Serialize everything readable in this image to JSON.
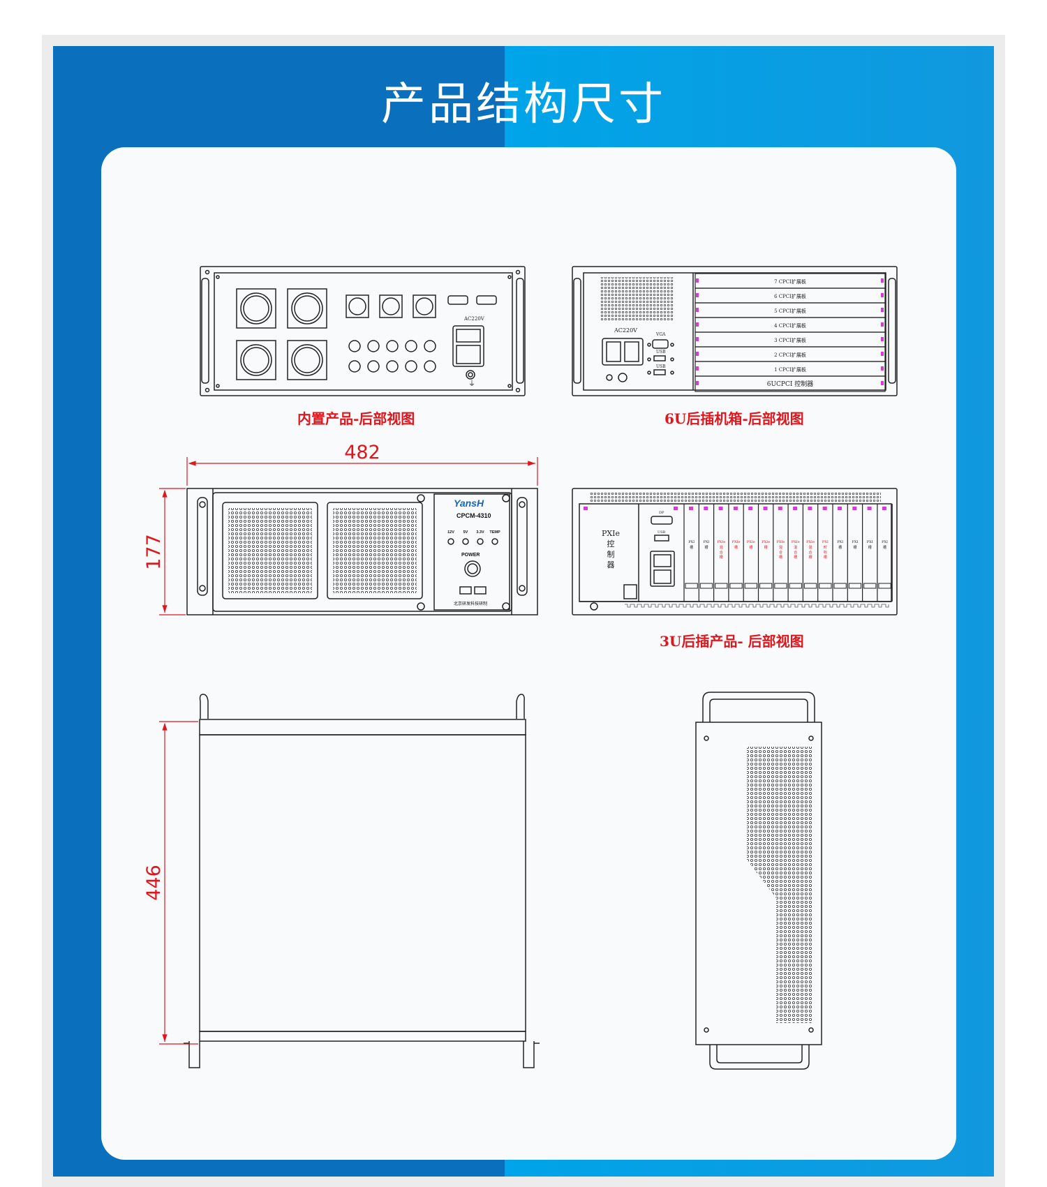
{
  "title": "产品结构尺寸",
  "captions": {
    "rear_builtin": "内置产品-后部视图",
    "rear_6u": "6U后插机箱-后部视图",
    "rear_3u": "3U后插产品- 后部视图"
  },
  "dimensions": {
    "width": "482",
    "height": "177",
    "depth": "446"
  },
  "panel_builtin": {
    "ac_label": "AC220V"
  },
  "panel_6u": {
    "ac_label": "AC220V",
    "vga_label": "VGA",
    "usb_label": "USB",
    "usb_label_2": "USB",
    "slots": [
      "7 CPCI扩展板",
      "6 CPCI扩展板",
      "5 CPCI扩展板",
      "4 CPCI扩展板",
      "3 CPCI扩展板",
      "2 CPCI扩展板",
      "1 CPCI扩展板",
      "6UCPCI 控制器"
    ]
  },
  "front_panel": {
    "brand": "YansH",
    "model": "CPCM-4310",
    "indicators": [
      "12V",
      "5V",
      "3.3V",
      "TEMP"
    ],
    "power_label": "POWER",
    "company": "北京研发科技研制"
  },
  "panel_3u": {
    "controller_label_1": "PXIe",
    "controller_label_2": "控",
    "controller_label_3": "制",
    "controller_label_4": "器",
    "conn_top": "DP",
    "conn_usb": "USB",
    "slots": [
      "PXI",
      "PXI",
      "PXIe",
      "PXIe",
      "PXIe",
      "PXIe",
      "PXIe",
      "PXIe",
      "PXIe",
      "PXI",
      "PXI",
      "PXI",
      "PXI",
      "PXI"
    ],
    "slots_sub": [
      "槽",
      "槽",
      "混合槽",
      "槽",
      "槽",
      "槽",
      "混合槽",
      "混合槽",
      "混合槽",
      "时标槽",
      "槽",
      "槽",
      "槽",
      "槽"
    ]
  },
  "colors": {
    "banner_left": "#0a6fbd",
    "banner_right": "#00a4e8",
    "accent_red": "#e0161d",
    "slot_marker": "#d23ed2"
  }
}
